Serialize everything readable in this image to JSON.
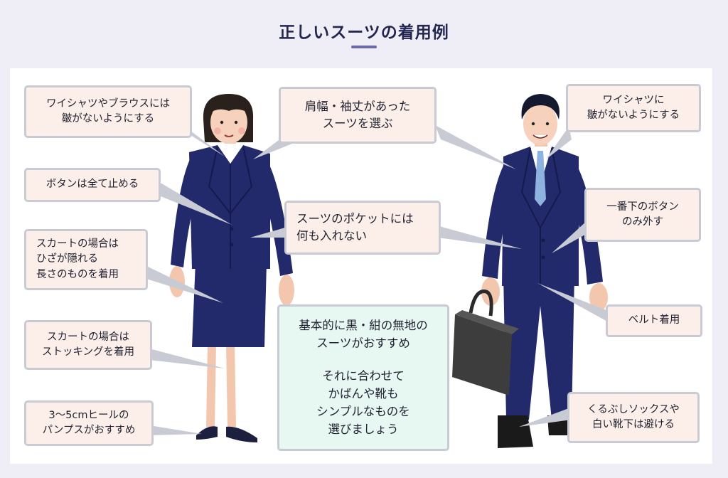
{
  "title": "正しいスーツの着用例",
  "notes": {
    "shirt_blouse": "ワイシャツやブラウスには\n皺がないようにする",
    "fit": "肩幅・袖丈があった\nスーツを選ぶ",
    "shirt_wrinkle": "ワイシャツに\n皺がないようにする",
    "buttons_all": "ボタンは全て止める",
    "bottom_button": "一番下のボタン\nのみ外す",
    "pocket": "スーツのポケットには\n何も入れない",
    "skirt_length": "スカートの場合は\nひざが隠れる\n長さのものを着用",
    "belt": "ベルト着用",
    "stockings": "スカートの場合は\nストッキングを着用",
    "heels": "3〜5cmヒールの\nパンプスがおすすめ",
    "socks": "くるぶしソックスや\n白い靴下は避ける"
  },
  "center": {
    "para1": "基本的に黒・紺の無地の\nスーツがおすすめ",
    "para2": "それに合わせて\nかばんや靴も\nシンプルなものを\n選びましょう"
  },
  "colors": {
    "background": "#efedf6",
    "suit": "#232a6b",
    "note_fill": "#fcefe9",
    "note_border": "#c8cbd4",
    "center_fill": "#e7f7f2",
    "tie": "#8fb3e0",
    "bag": "#3d3d3d"
  }
}
